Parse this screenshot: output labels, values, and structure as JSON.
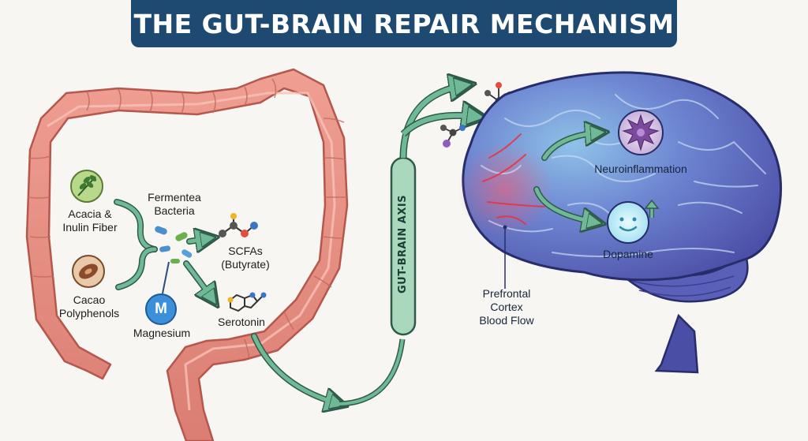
{
  "title": "THE GUT-BRAIN REPAIR MECHANISM",
  "gut": {
    "inputs": [
      {
        "line1": "Acacia &",
        "line2": "Inulin Fiber",
        "icon": "leaf-icon"
      },
      {
        "line1": "Cacao",
        "line2": "Polyphenols",
        "icon": "cacao-pod-icon"
      }
    ],
    "bacteria": {
      "line1": "Fermentea",
      "line2": "Bacteria"
    },
    "magnesium": {
      "label": "Magnesium",
      "symbol": "M"
    },
    "outputs": [
      {
        "line1": "SCFAs",
        "line2": "(Butyrate)",
        "icon": "molecule-icon"
      },
      {
        "line1": "Serotonin",
        "line2": "",
        "icon": "molecule-icon"
      }
    ]
  },
  "axis_label": "GUT-BRAIN AXIS",
  "brain": {
    "neuroinflammation": "Neuroinflammation",
    "dopamine": "Dopamine",
    "prefrontal": {
      "line1": "Prefrontal",
      "line2": "Cortex",
      "line3": "Blood Flow"
    }
  },
  "colors": {
    "title_bg": "#1e4a72",
    "colon": "#e58e83",
    "arrow": "#6fb996",
    "brain": "#5a6fc4",
    "accent_red": "#e8323f"
  }
}
